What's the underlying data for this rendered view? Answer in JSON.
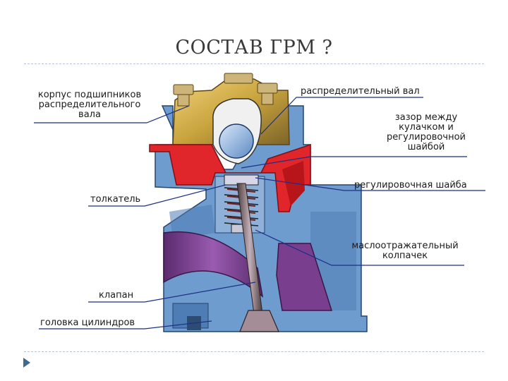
{
  "title": "СОСТАВ ГРМ ?",
  "labels": {
    "bearing_housing": [
      "корпус подшипников",
      "распределительного",
      "вала"
    ],
    "camshaft": "распределительный вал",
    "gap": [
      "зазор между",
      "кулачком и",
      "регулировочной",
      "шайбой"
    ],
    "shim": "регулировочная шайба",
    "tappet": "толкатель",
    "seal": [
      "маслоотражательный",
      "колпачек"
    ],
    "valve": "клапан",
    "head": "головка цилиндров"
  },
  "colors": {
    "housing": "#c9a43e",
    "head_red": "#e0262a",
    "casting": "#6f9ccf",
    "port": "#7a3e8f",
    "leader": "#1e2f86"
  }
}
